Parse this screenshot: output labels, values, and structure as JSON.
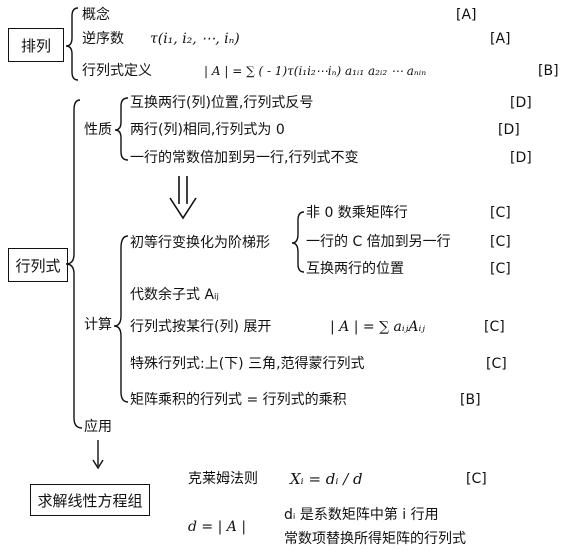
{
  "boxes": {
    "permutation": "排列",
    "determinant": "行列式",
    "solve": "求解线性方程组"
  },
  "permutation": {
    "concept": "概念",
    "concept_grade": "[A]",
    "inversion": "逆序数",
    "inversion_formula": "τ(i₁, i₂, ⋯, iₙ)",
    "inversion_grade": "[A]",
    "definition": "行列式定义",
    "definition_formula": "| A | = ∑ ( - 1)τ(i₁i₂⋯iₙ) a₁ᵢ₁ a₂ᵢ₂ ⋯ aₙᵢₙ",
    "definition_grade": "[B]"
  },
  "properties": {
    "label": "性质",
    "items": [
      {
        "text": "互换两行(列)位置,行列式反号",
        "grade": "[D]"
      },
      {
        "text": "两行(列)相同,行列式为 0",
        "grade": "[D]"
      },
      {
        "text": "一行的常数倍加到另一行,行列式不变",
        "grade": "[D]"
      }
    ]
  },
  "calculation": {
    "label": "计算",
    "elementary": "初等行变换化为阶梯形",
    "elementary_items": [
      {
        "text": "非 0 数乘矩阵行",
        "grade": "[C]"
      },
      {
        "text": "一行的 C 倍加到另一行",
        "grade": "[C]"
      },
      {
        "text": "互换两行的位置",
        "grade": "[C]"
      }
    ],
    "cofactor": "代数余子式 Aᵢⱼ",
    "expansion": "行列式按某行(列) 展开",
    "expansion_formula": "| A | = ∑ aᵢⱼAᵢⱼ",
    "expansion_grade": "[C]",
    "special": "特殊行列式:上(下) 三角,范得蒙行列式",
    "special_grade": "[C]",
    "product": "矩阵乘积的行列式 = 行列式的乘积",
    "product_grade": "[B]"
  },
  "application": {
    "label": "应用"
  },
  "cramer": {
    "rule": "克莱姆法则",
    "formula": "Xᵢ = dᵢ / d",
    "grade": "[C]",
    "d_def": "d = | A |",
    "di_def_line1": "dᵢ 是系数矩阵中第 i 行用",
    "di_def_line2": "常数项替换所得矩阵的行列式"
  }
}
